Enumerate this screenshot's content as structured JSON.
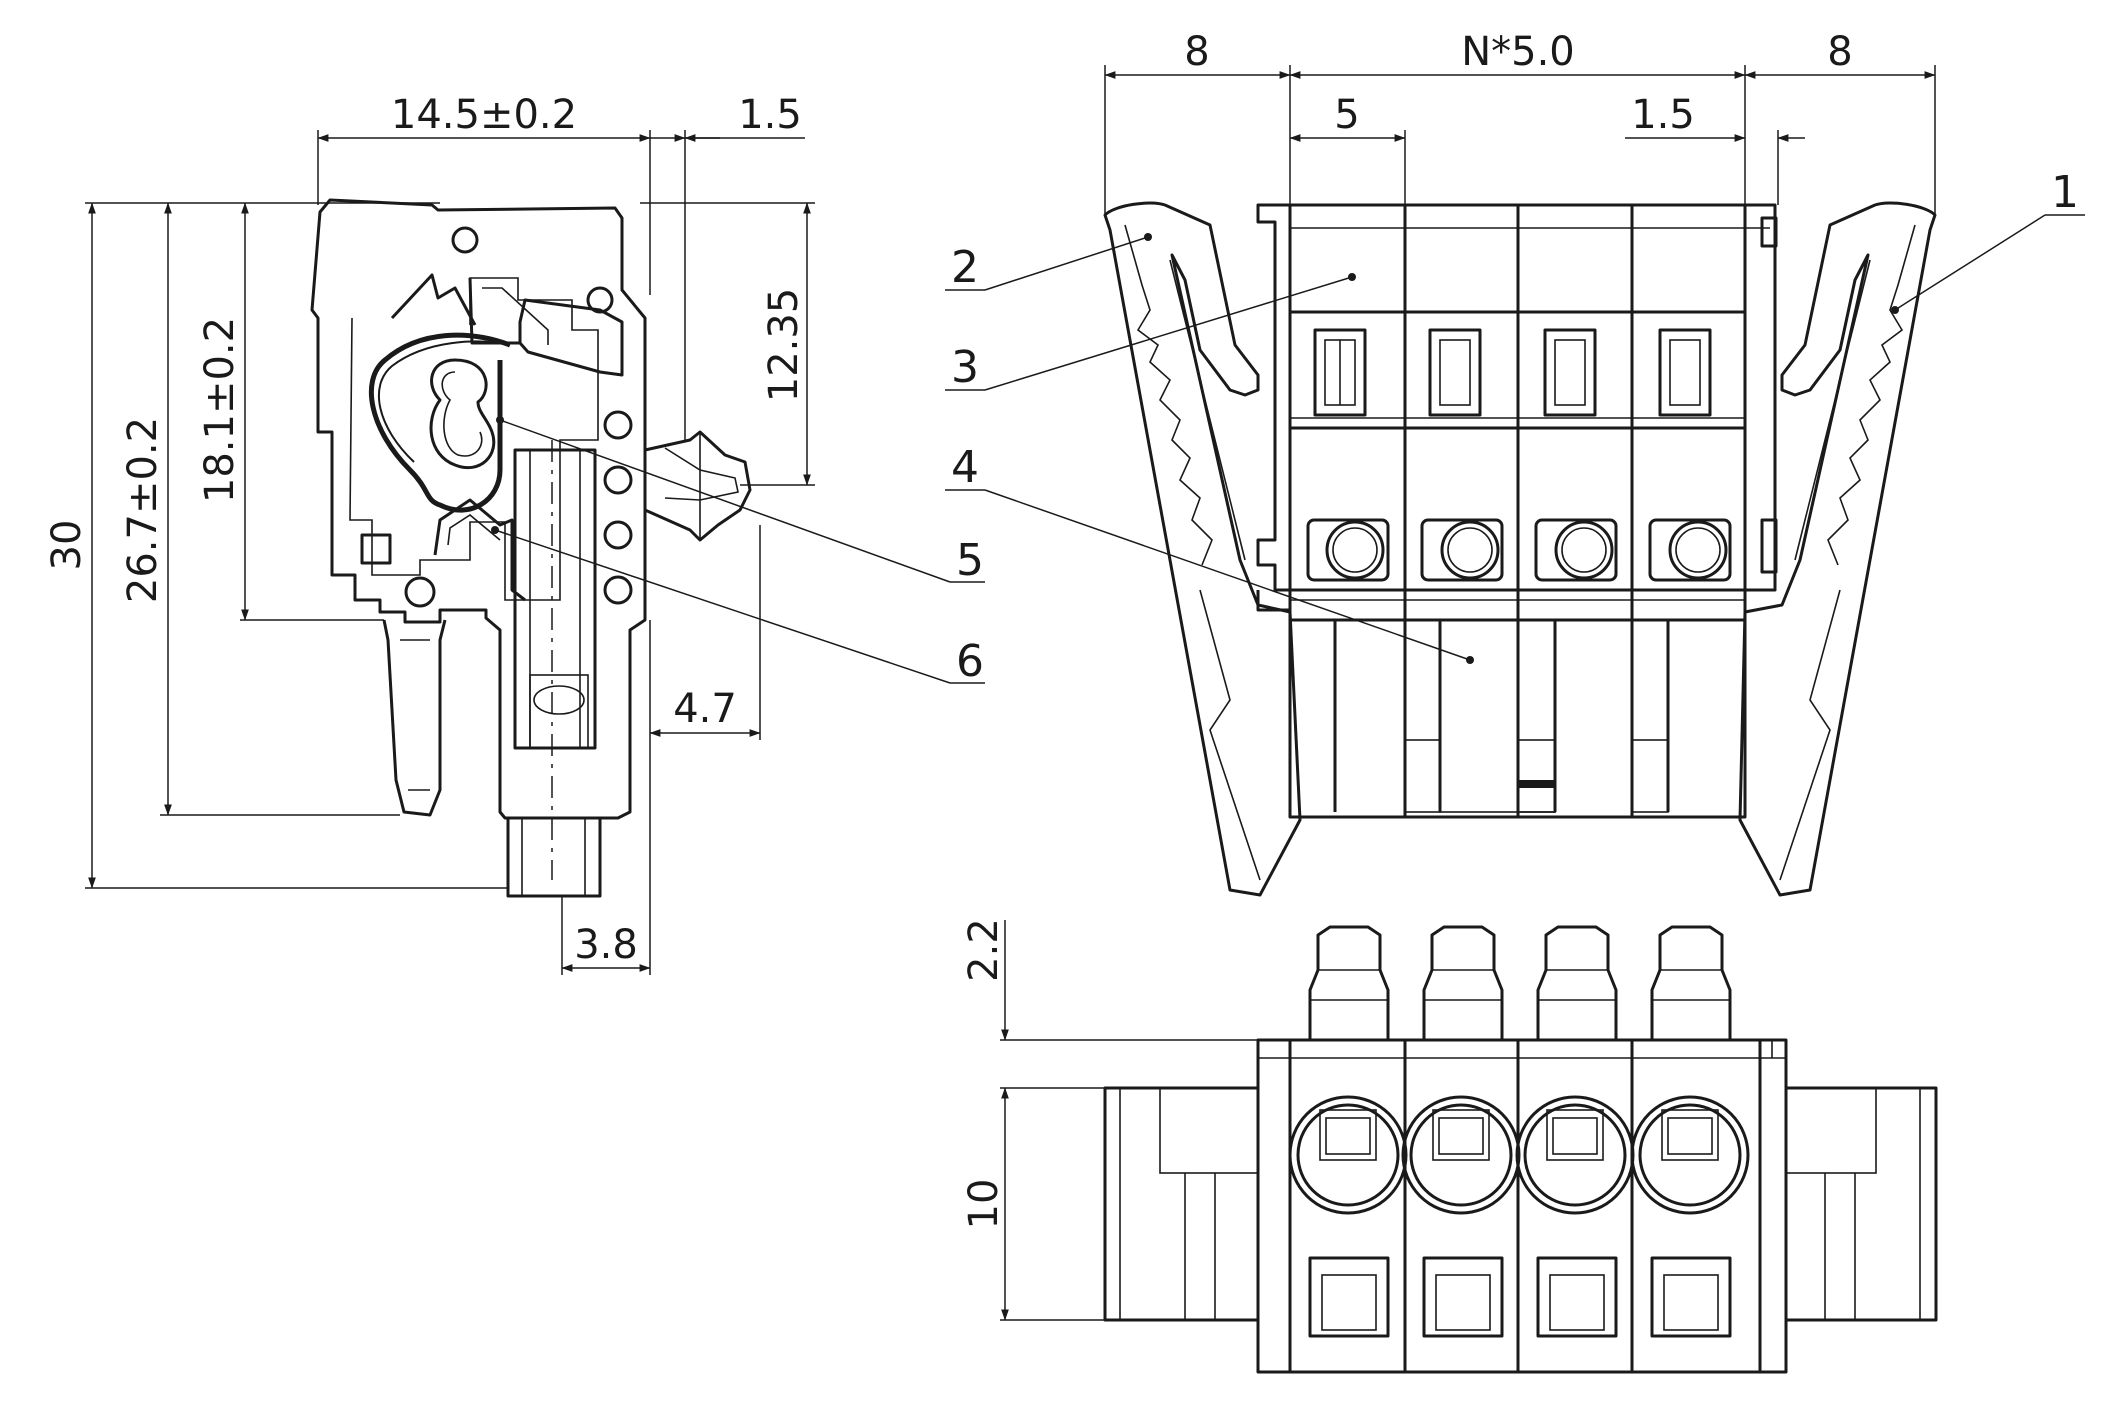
{
  "side_view": {
    "dim_width": "14.5±0.2",
    "dim_top_right": "1.5",
    "dim_height_total": "30",
    "dim_height_body": "26.7±0.2",
    "dim_height_mid": "18.1±0.2",
    "dim_latch": "12.35",
    "dim_latch_width": "4.7",
    "dim_pin": "3.8"
  },
  "front_view": {
    "dim_left": "8",
    "dim_pitch": "N*5.0",
    "dim_right": "8",
    "dim_5": "5",
    "dim_1_5": "1.5"
  },
  "bottom_view": {
    "dim_2_2": "2.2",
    "dim_10": "10"
  },
  "callouts": {
    "c1": "1",
    "c2": "2",
    "c3": "3",
    "c4": "4",
    "c5": "5",
    "c6": "6"
  }
}
